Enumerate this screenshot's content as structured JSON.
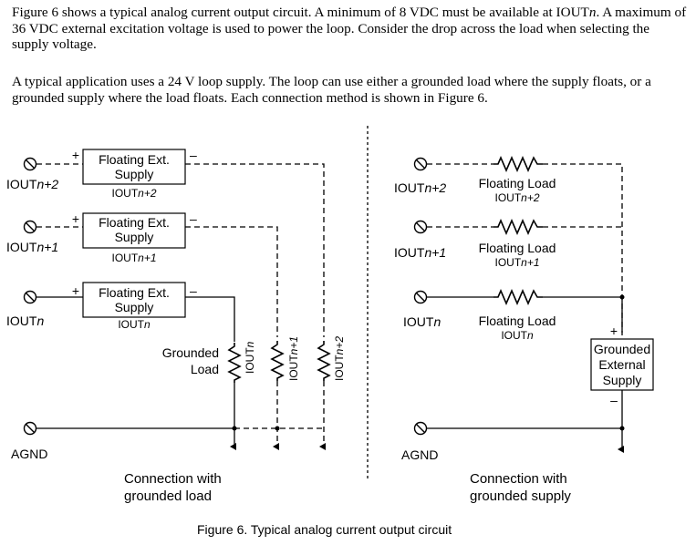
{
  "text": {
    "paragraph1_parts": [
      "Figure 6 shows a typical analog current output circuit. A minimum of 8 VDC must be available at IOUT",
      "n",
      ". A maximum of 36 VDC external excitation voltage is used to power the loop. Consider the drop across the load when selecting the supply voltage."
    ],
    "paragraph2": "A typical application uses a 24 V loop supply. The loop can use either a grounded load where the supply floats, or a grounded supply where the load floats. Each connection method is shown in Figure 6.",
    "figure_caption": "Figure 6. Typical analog current output circuit"
  },
  "left_diagram": {
    "caption_lines": [
      "Connection with",
      "grounded load"
    ],
    "terminals": [
      {
        "label": "IOUT",
        "suffix": "n+2"
      },
      {
        "label": "IOUT",
        "suffix": "n+1"
      },
      {
        "label": "IOUT",
        "suffix": "n"
      }
    ],
    "supplies": [
      {
        "line1": "Floating Ext.",
        "line2": "Supply",
        "sub": "IOUT",
        "subsuffix": "n+2"
      },
      {
        "line1": "Floating Ext.",
        "line2": "Supply",
        "sub": "IOUT",
        "subsuffix": "n+1"
      },
      {
        "line1": "Floating Ext.",
        "line2": "Supply",
        "sub": "IOUT",
        "subsuffix": "n"
      }
    ],
    "plus_sign": "+",
    "minus_sign": "–",
    "grounded_load_lines": [
      "Grounded",
      "Load"
    ],
    "resistor_labels": [
      {
        "label": "IOUT",
        "suffix": "n"
      },
      {
        "label": "IOUT",
        "suffix": "n+1"
      },
      {
        "label": "IOUT",
        "suffix": "n+2"
      }
    ],
    "ground_label": "AGND"
  },
  "right_diagram": {
    "caption_lines": [
      "Connection with",
      "grounded supply"
    ],
    "terminals": [
      {
        "label": "IOUT",
        "suffix": "n+2"
      },
      {
        "label": "IOUT",
        "suffix": "n+1"
      },
      {
        "label": "IOUT",
        "suffix": "n"
      }
    ],
    "loads": [
      {
        "line1": "Floating Load",
        "sub": "IOUT",
        "subsuffix": "n+2"
      },
      {
        "line1": "Floating Load",
        "sub": "IOUT",
        "subsuffix": "n+1"
      },
      {
        "line1": "Floating Load",
        "sub": "IOUT",
        "subsuffix": "n"
      }
    ],
    "supply_lines": [
      "Grounded",
      "External",
      "Supply"
    ],
    "plus_sign": "+",
    "minus_sign": "–",
    "ground_label": "AGND"
  }
}
